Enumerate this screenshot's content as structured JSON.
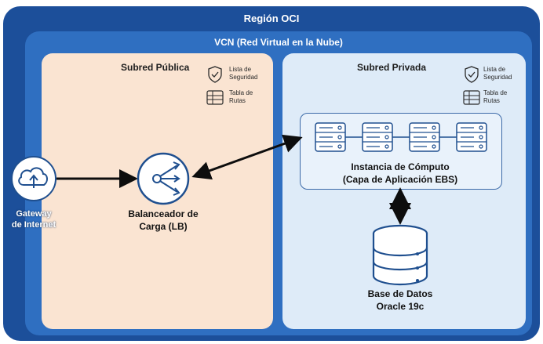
{
  "region": {
    "title": "Región OCI"
  },
  "vcn": {
    "title": "VCN (Red Virtual en la Nube)"
  },
  "public_subnet": {
    "title": "Subred Pública",
    "security_list": [
      "Lista de",
      "Seguridad"
    ],
    "route_table": [
      "Tabla de",
      "Rutas"
    ]
  },
  "private_subnet": {
    "title": "Subred Privada",
    "security_list": [
      "Lista de",
      "Seguridad"
    ],
    "route_table": [
      "Tabla de",
      "Rutas"
    ]
  },
  "gateway": {
    "label_line1": "Gateway",
    "label_line2": "de Internet",
    "icon": "cloud-upload-icon"
  },
  "load_balancer": {
    "label_line1": "Balanceador de",
    "label_line2": "Carga (LB)",
    "icon": "load-balancer-icon"
  },
  "compute": {
    "label_line1": "Instancia de Cómputo",
    "label_line2": "(Capa de Aplicación EBS)",
    "icon": "server-icon"
  },
  "database": {
    "label_line1": "Base de Datos",
    "label_line2": "Oracle 19c",
    "icon": "database-icon"
  },
  "colors": {
    "region": "#1c4f9a",
    "vcn": "#2f6fc1",
    "public_subnet": "#fae4d2",
    "private_subnet": "#deebf8",
    "icon_stroke": "#1f4f8f"
  }
}
